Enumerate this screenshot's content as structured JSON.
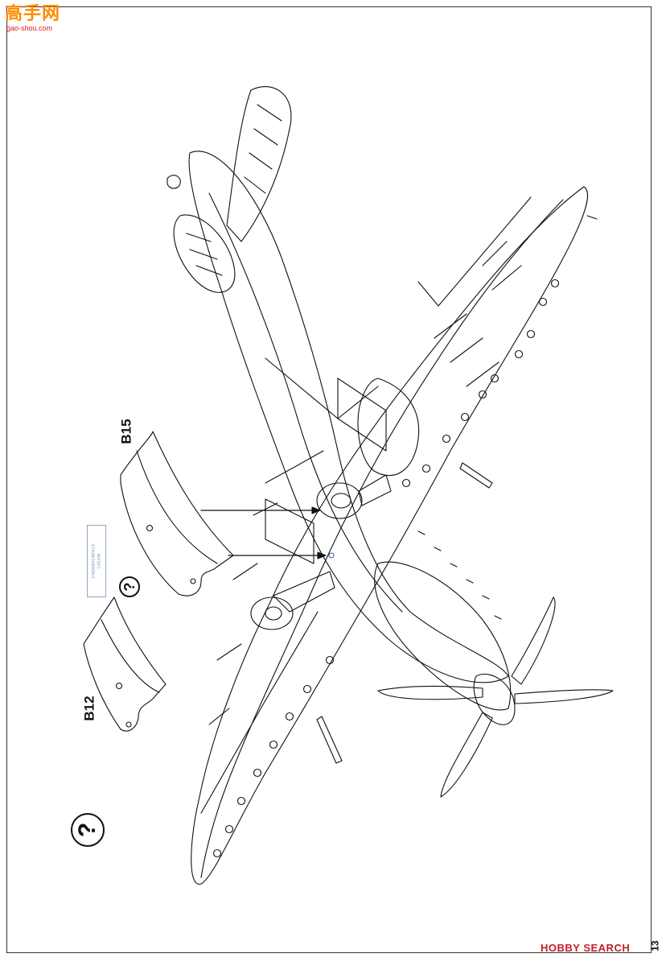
{
  "site_logo": {
    "main": "高手网",
    "sub": "gao-shou.com"
  },
  "parts": {
    "b15": "B15",
    "b12": "B12"
  },
  "callouts": {
    "small_question": "?",
    "large_question": "?"
  },
  "color_note": {
    "line1": "UNDERSURFACE",
    "line2": "COLOR"
  },
  "footer": {
    "watermark": "HOBBY SEARCH",
    "page_number": "13"
  },
  "colors": {
    "line": "#111111",
    "watermark": "#c02028",
    "logo": "#ff8a00",
    "note": "#6a85a8"
  }
}
